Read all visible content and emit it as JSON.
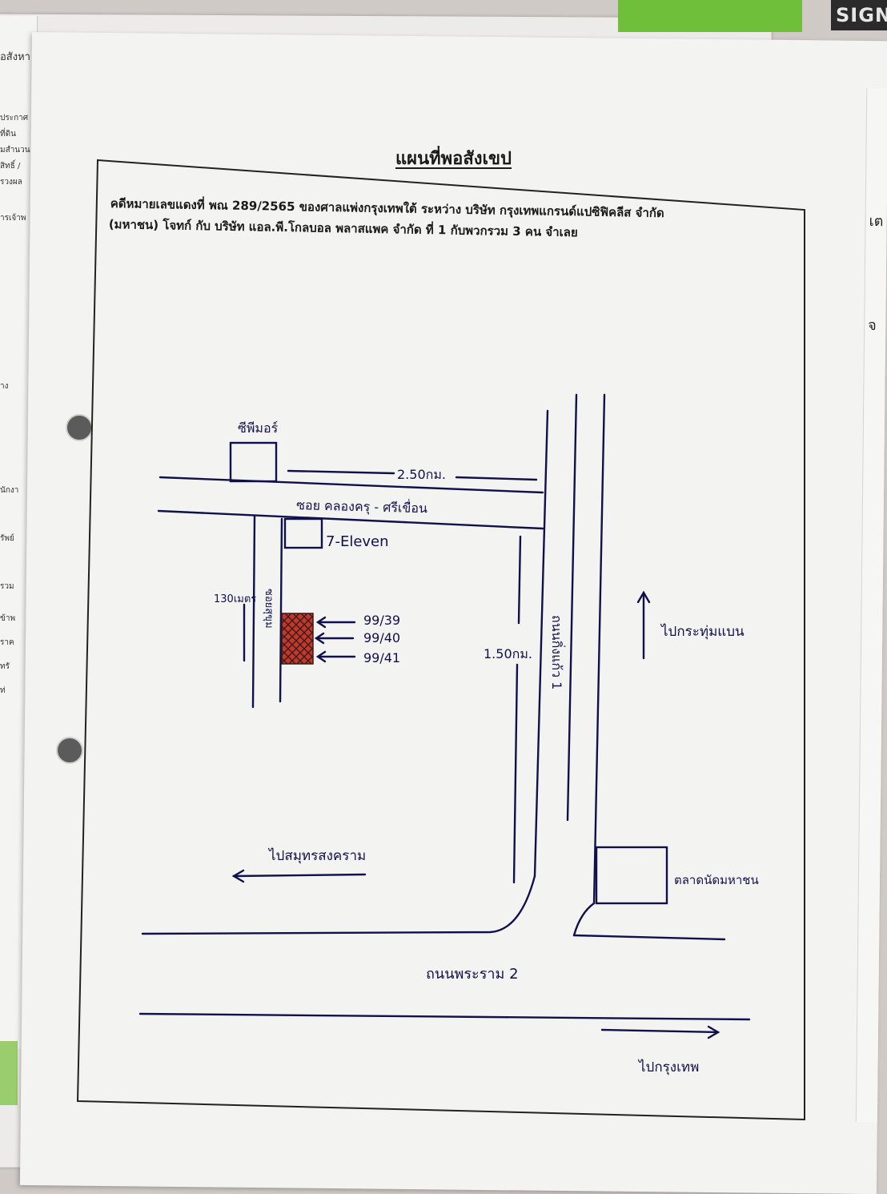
{
  "document": {
    "title": "แผนที่พอสังเขป",
    "case_line_1": "คดีหมายเลขแดงที่ พณ 289/2565 ของศาลแพ่งกรุงเทพใต้ ระหว่าง บริษัท กรุงเทพแกรนด์แปซิฟิคลีส จำกัด",
    "case_line_2": "(มหาชน) โจทก์ กับ บริษัท แอล.พี.โกลบอล พลาสแพค จำกัด ที่ 1 กับพวกรวม 3 คน จำเลย"
  },
  "map": {
    "labels": {
      "top_store": "ซีพีมอร์",
      "distance_top": "2.50กม.",
      "soi_top": "ซอย คลองครุ - ศรีเขื่อน",
      "seven_eleven": "7-Eleven",
      "side_distance": "130เมตร",
      "side_soi": "ซอยสุขุม",
      "house_1": "99/39",
      "house_2": "99/40",
      "house_3": "99/41",
      "main_distance": "1.50กม.",
      "main_road": "ถนนกิ่งแก้ว 1",
      "to_north": "ไปกระทุ่มแบน",
      "to_west": "ไปสมุทรสงคราม",
      "market": "ตลาดนัดมหาชน",
      "bottom_road": "ถนนพระราม 2",
      "to_east": "ไปกรุงเทพ"
    },
    "colors": {
      "ink": "#10104a",
      "property_fill": "#c0392b"
    }
  },
  "edge_text": {
    "left": [
      "อสังหา",
      "ประกาศ",
      "ที่ดิน",
      "มสำนวน",
      "สิทธิ์ /",
      "รวงผล",
      "ารเจ้าพ",
      "าง",
      "นักงา",
      "รัพย์",
      "รวม",
      "ข้าพ",
      "ราค",
      "ทรั",
      "ท่"
    ],
    "right": [
      "เต",
      "จ"
    ],
    "tag": "SIGN"
  }
}
